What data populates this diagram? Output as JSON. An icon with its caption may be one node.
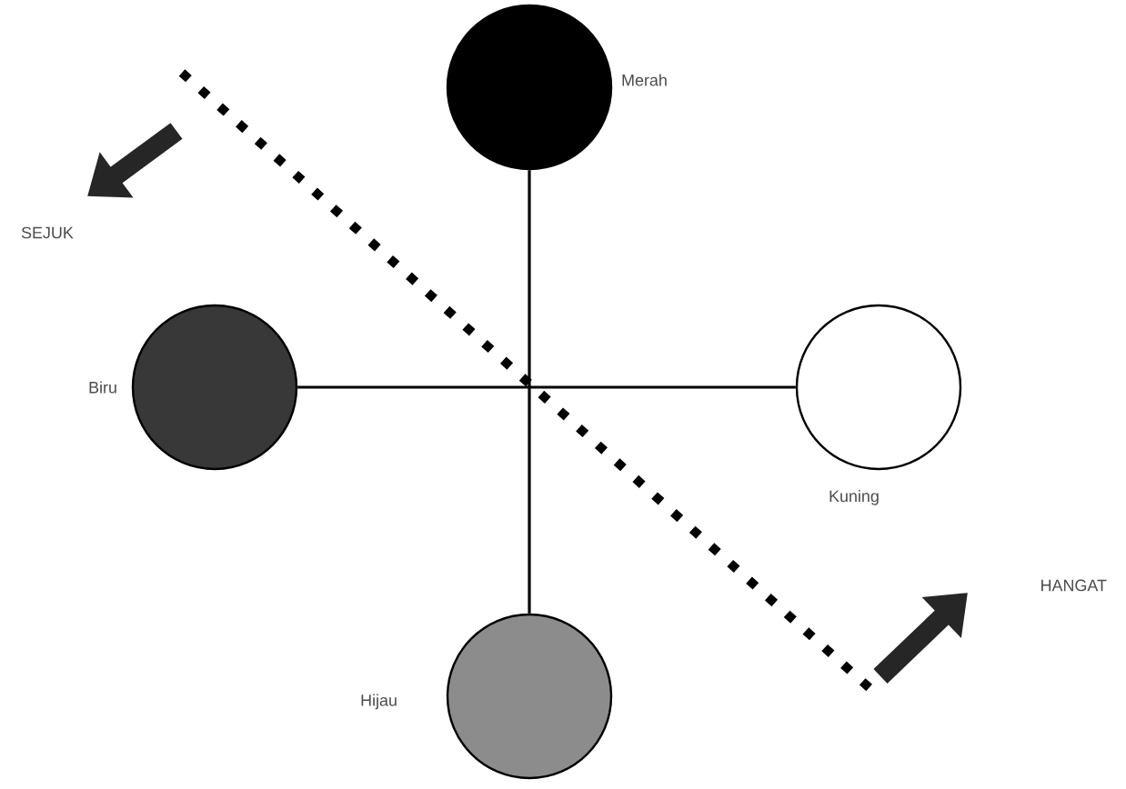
{
  "diagram": {
    "nodes": [
      {
        "text": [],
        "shape": "circle",
        "beside": [
          "Merah"
        ]
      },
      {
        "text": [],
        "shape": "circle",
        "beside": [
          "Biru"
        ]
      },
      {
        "text": [],
        "shape": "circle",
        "beside": [
          "Kuning"
        ]
      },
      {
        "text": [],
        "shape": "circle",
        "beside": [
          "Hijau"
        ]
      }
    ],
    "edges": [
      {
        "from": 0,
        "to": 3,
        "arrow": "none"
      },
      {
        "from": 1,
        "to": 2,
        "arrow": "none"
      }
    ],
    "labels": [
      "SEJUK",
      "HANGAT"
    ]
  }
}
